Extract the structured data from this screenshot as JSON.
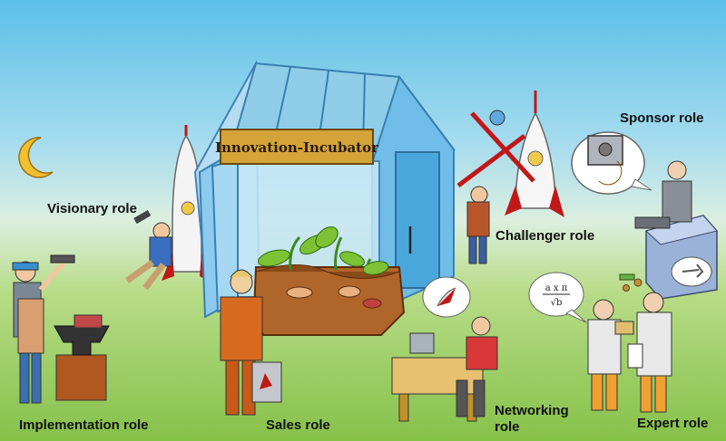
{
  "incubator": {
    "sign": "Innovation-Incubator"
  },
  "roles": {
    "visionary": "Visionary role",
    "sponsor": "Sponsor role",
    "challenger": "Challenger role",
    "implementation": "Implementation role",
    "sales": "Sales role",
    "networking": "Networking\nrole",
    "expert": "Expert role"
  },
  "expert_bubble": {
    "numerator": "a x π",
    "denominator": "√b"
  },
  "colors": {
    "sky_top": "#5cc0e9",
    "grass": "#86c14a",
    "sign_board": "#d4a438",
    "glass": "#9fd4ef",
    "soil": "#b0652a",
    "rocket_red": "#c01818",
    "moon": "#f0c030"
  }
}
